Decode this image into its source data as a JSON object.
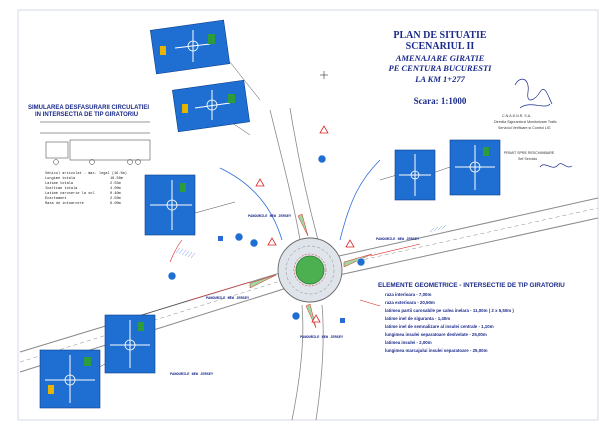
{
  "title": {
    "line1": "PLAN DE SITUATIE",
    "line2": "SCENARIUL II",
    "line3": "AMENAJARE GIRATIE",
    "line4": "PE CENTURA BUCURESTI",
    "line5": "LA KM 1+277",
    "scale": "Scara: 1:1000"
  },
  "simulation": {
    "title_line1": "SIMULAREA DESFASURARII CIRCULATIEI",
    "title_line2": "IN INTERSECTIA DE TIP GIRATORIU",
    "specs": [
      "Vehicul articulat - max. legal (16.5m)",
      "Lungime totala",
      "Latime totala",
      "Inaltime totala",
      "Latime caroserie la sol",
      "Ecartament",
      "Raza de intoarcere"
    ],
    "spec_values": [
      "16.50m",
      "2.55m",
      "4.00m",
      "0.40m",
      "2.50m",
      "6.00m"
    ]
  },
  "stamp": {
    "company": "C.N.A.D.N.R. S.A.",
    "dept1": "Directia Siguranta si Monitorizare Trafic",
    "dept2": "Serviciul Verificare si Control LIG",
    "approved": "PRIMIT SPRE RESCHIMBARE",
    "role": "Sef Serviciu"
  },
  "geometry": {
    "title": "ELEMENTE GEOMETRICE - INTERSECTIE DE TIP GIRATORIU",
    "items": [
      "raza interioara - 7,00m",
      "raza exterioara - 20,50m",
      "latimea partii carosabile pe calea inelara - 11,00m ( 2 x 5,50m )",
      "latime inel de siguranta - 1,40m",
      "latime inel de semnalizare al insulei centrale - 1,10m",
      "lungimea insulei separatoare deslvelate - 25,00m",
      "latimea insulei - 2,00m",
      "lungimea marcajului insulei separatoare - 25,00m"
    ]
  },
  "labels": {
    "panel_note": "PANOURILE NEW JERSEY"
  },
  "colors": {
    "ink": "#1a2a8a",
    "sign_blue": "#1e6fd1",
    "road_grey": "#8a8a8a",
    "island_green": "#4caf50",
    "marking_red": "#d22"
  }
}
